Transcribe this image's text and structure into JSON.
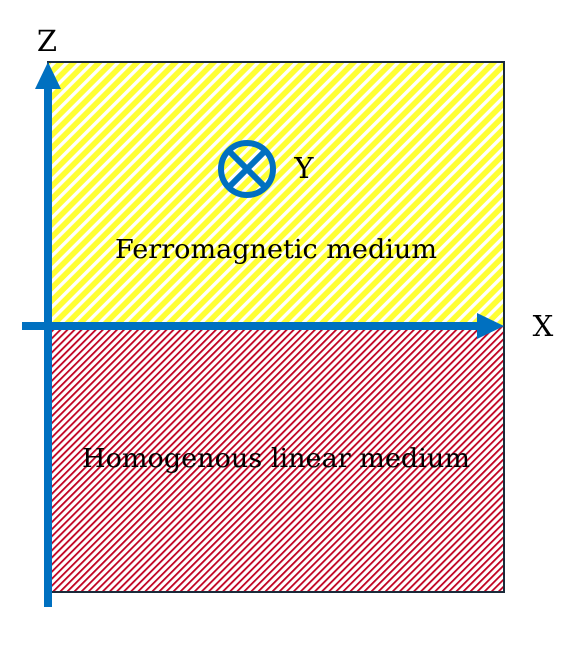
{
  "axes": {
    "z_label": "Z",
    "x_label": "X",
    "y_label": "Y"
  },
  "regions": {
    "upper_label": "Ferromagnetic medium",
    "lower_label": "Homogenous linear medium"
  },
  "colors": {
    "axis": "#0070C0",
    "frame": "#1A2A3A",
    "upper_fill": "#FFFF33",
    "upper_hatch": "#FFFFFF",
    "lower_fill": "#FFFFFF",
    "lower_hatch": "#C00020"
  }
}
